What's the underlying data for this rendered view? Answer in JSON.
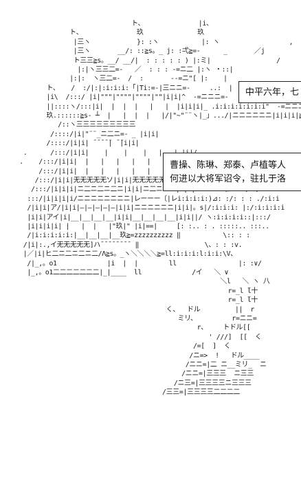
{
  "caption_top": "中平六年，七",
  "caption_main": {
    "line1": "曹操、陈琳、郑泰、卢植等人",
    "line2": "何进以大将军诏令，驻扎于洛"
  }
}
